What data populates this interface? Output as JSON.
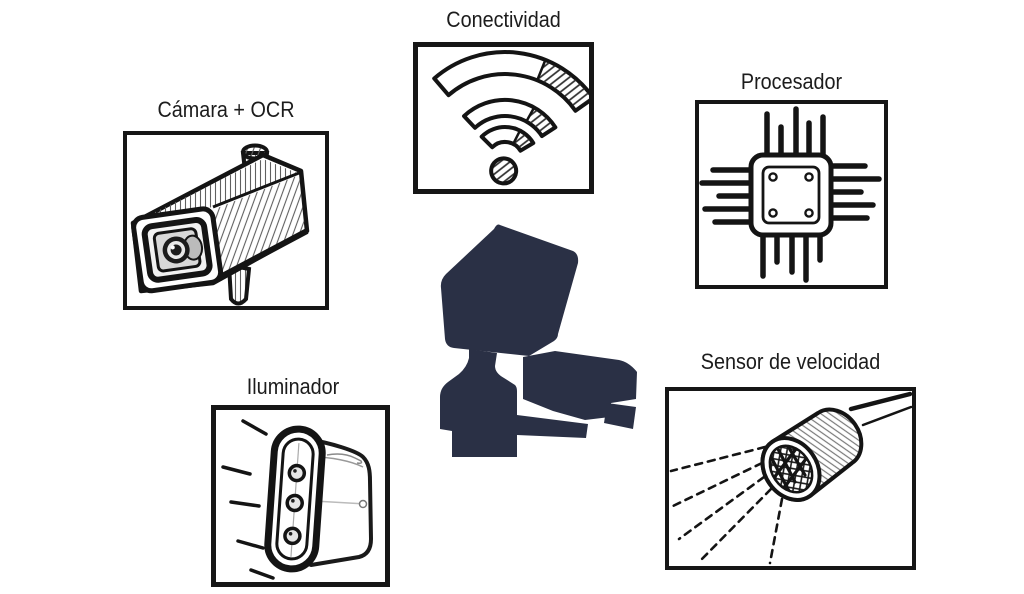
{
  "background_color": "#ffffff",
  "ink_color": "#161616",
  "silhouette_color": "#2a3045",
  "center": {
    "icon": "speed-camera-silhouette"
  },
  "components": [
    {
      "id": "camara_ocr",
      "label": "Cámara + OCR",
      "icon": "cctv-camera-icon",
      "position": "top-left"
    },
    {
      "id": "conectividad",
      "label": "Conectividad",
      "icon": "wifi-icon",
      "position": "top-center"
    },
    {
      "id": "procesador",
      "label": "Procesador",
      "icon": "processor-chip-icon",
      "position": "top-right"
    },
    {
      "id": "iluminador",
      "label": "Iluminador",
      "icon": "illuminator-icon",
      "position": "bottom-left"
    },
    {
      "id": "sensor_velocidad",
      "label": "Sensor de velocidad",
      "icon": "speed-sensor-icon",
      "position": "bottom-right"
    }
  ]
}
